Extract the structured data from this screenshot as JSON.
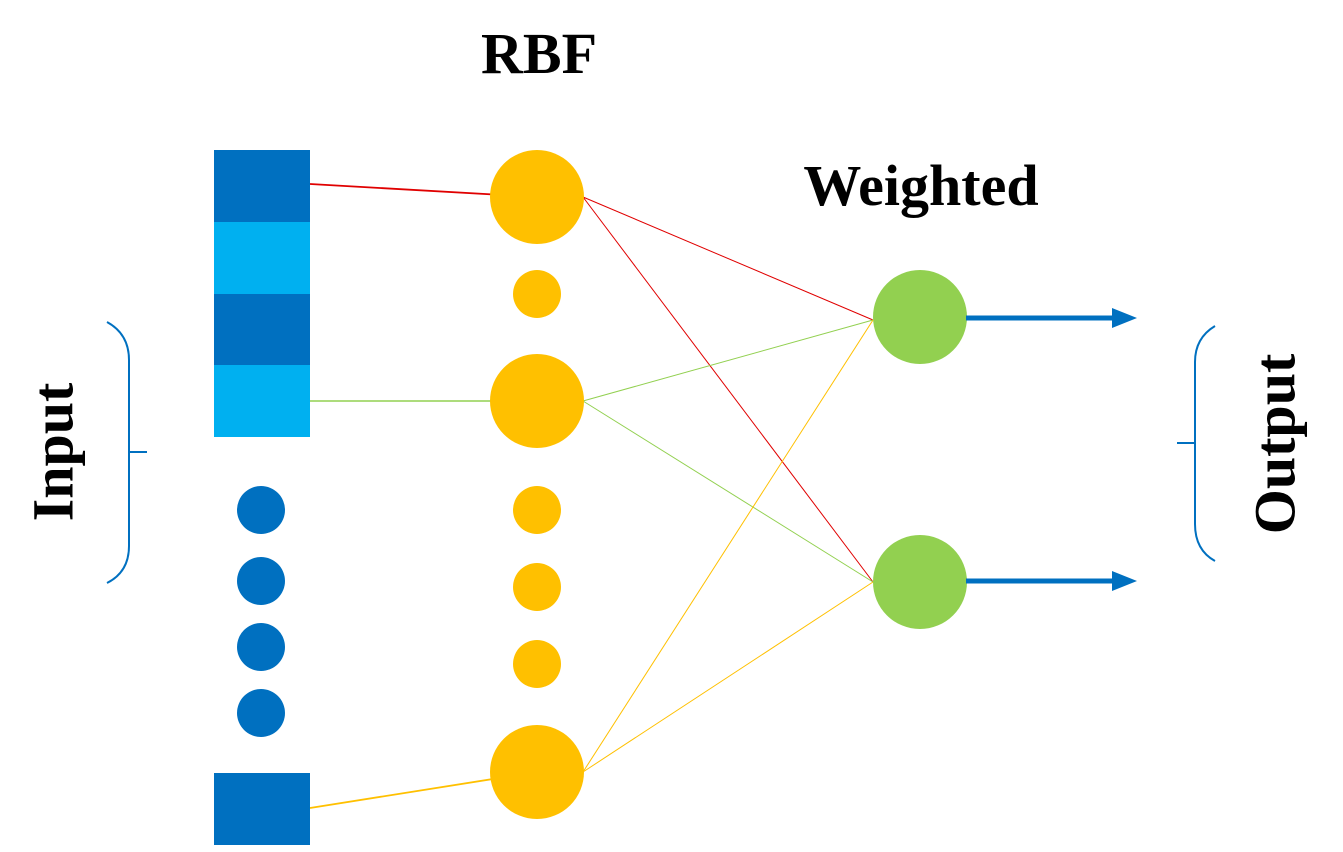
{
  "labels": {
    "rbf": "RBF",
    "weighted": "Weighted",
    "input": "Input",
    "output": "Output"
  },
  "colors": {
    "input_dark": "#0070C0",
    "input_light": "#00B0F0",
    "rbf_node": "#FFC000",
    "output_node": "#92D050",
    "arrow": "#0070C0",
    "bracket": "#0070C0",
    "line_red": "#E00000",
    "line_green": "#92D050",
    "line_yellow": "#FFC000"
  }
}
